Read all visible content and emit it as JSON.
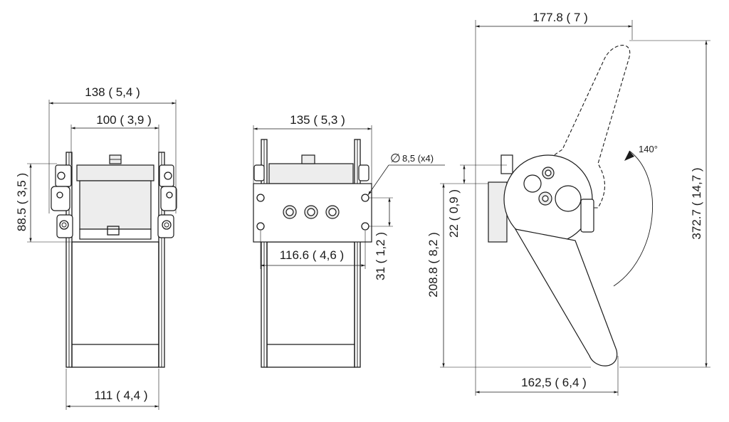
{
  "front_view": {
    "width_outer": "138 ( 5,4 )",
    "width_inner": "100 ( 3,9 )",
    "height": "88.5 ( 3,5 )",
    "base_width": "111  ( 4,4 )"
  },
  "plate_view": {
    "width": "135 ( 5,3 )",
    "hole_spacing": "116.6 ( 4,6 )",
    "hole_vertical": "31 ( 1,2 )",
    "hole_diameter_symbol": "∅",
    "hole_diameter": "8,5 (x4)"
  },
  "side_view": {
    "width_top": "177.8 ( 7 )",
    "height_total": "372.7 ( 14,7 )",
    "height_lower": "208.8 ( 8,2 )",
    "offset": "22 ( 0,9 )",
    "rotation_angle": "140°",
    "width_bottom": "162,5 ( 6,4 )"
  }
}
